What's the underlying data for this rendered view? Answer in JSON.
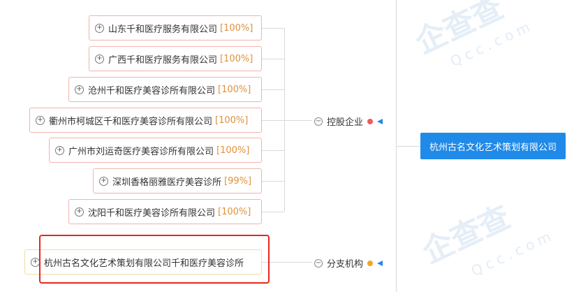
{
  "center": {
    "label": "杭州古名文化艺术策划有限公司"
  },
  "groups": {
    "holding": {
      "label": "控股企业",
      "dot_color": "#f05b5b"
    },
    "branch": {
      "label": "分支机构",
      "dot_color": "#f3a521"
    }
  },
  "holding_items": [
    {
      "name": "山东千和医疗服务有限公司",
      "pct": "[100%]"
    },
    {
      "name": "广西千和医疗服务有限公司",
      "pct": "[100%]"
    },
    {
      "name": "沧州千和医疗美容诊所有限公司",
      "pct": "[100%]"
    },
    {
      "name": "衢州市柯城区千和医疗美容诊所有限公司",
      "pct": "[100%]"
    },
    {
      "name": "广州市刘运奇医疗美容诊所有限公司",
      "pct": "[100%]"
    },
    {
      "name": "深圳香格丽雅医疗美容诊所",
      "pct": "[99%]"
    },
    {
      "name": "沈阳千和医疗美容诊所有限公司",
      "pct": "[100%]"
    }
  ],
  "branch_items": [
    {
      "name": "杭州古名文化艺术策划有限公司千和医疗美容诊所"
    }
  ],
  "icons": {
    "expand": "plus-circle-icon",
    "collapse": "minus-circle-icon",
    "pointer": "arrow-left-icon"
  },
  "accent_color": "#1f8ae8",
  "highlight_color": "#e8261e",
  "watermark": {
    "logo": "企查查",
    "domain": "Qcc.com"
  }
}
